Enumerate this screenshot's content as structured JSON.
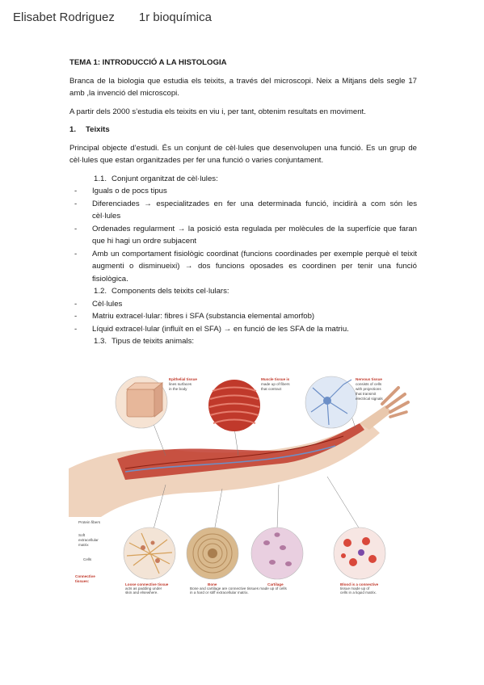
{
  "header": {
    "name": "Elisabet Rodriguez",
    "course": "1r bioquímica"
  },
  "doc": {
    "title": "TEMA 1: INTRODUCCIÓ A LA HISTOLOGIA",
    "p1": "Branca de la biologia que estudia els teixits, a través del microscopi. Neix a Mitjans dels segle 17 amb ,la invenció del microscopi.",
    "p2": "A partir dels 2000 s’estudia els teixits en viu i, per tant, obtenim resultats en moviment.",
    "s1_num": "1.",
    "s1_title": "Teixits",
    "p3": "Principal objecte d’estudi. És un conjunt de cèl·lules que desenvolupen una funció. Es un grup de cèl·lules que estan organitzades per fer una funció o varies conjuntament.",
    "sub11": {
      "num": "1.1.",
      "title": "Conjunt organitzat de cèl·lules:"
    },
    "b11": [
      "Iguals o de pocs tipus",
      "Diferenciades → especialitzades en fer una determinada funció, incidirà a com són les cèl·lules",
      "Ordenades regularment → la posició esta regulada per molècules de la superfície que faran que hi hagi un ordre subjacent",
      "Amb un comportament fisiològic coordinat (funcions coordinades per exemple perquè el teixit augmenti o disminueixi) → dos funcions oposades es coordinen per tenir una funció fisiològica."
    ],
    "sub12": {
      "num": "1.2.",
      "title": "Components dels teixits cel·lulars:"
    },
    "b12": [
      "Cèl·lules",
      "Matriu extracel·lular: fibres i SFA (substancia elemental amorfob)",
      "Líquid extracel·lular (influït en el SFA) → en funció de les SFA de la matriu."
    ],
    "sub13": {
      "num": "1.3.",
      "title": "Tipus de teixits animals:"
    },
    "dash": "-"
  },
  "figure": {
    "epithelial": [
      "Epithelial tissue",
      "lines surfaces",
      "in the body"
    ],
    "muscle": [
      "Muscle tissue is",
      "made up of fibers",
      "that contract"
    ],
    "nervous": [
      "Nervous tissue",
      "consists of cells",
      "with projections",
      "that transmit",
      "electrical signals"
    ],
    "protein_fibers": "Protein fibers",
    "soft_matrix": [
      "Soft",
      "extracellular",
      "matrix"
    ],
    "cells": "Cells",
    "connective": [
      "Connective",
      "tissues:"
    ],
    "loose": [
      "Loose connective tissue",
      "acts as padding under",
      "skin and elsewhere."
    ],
    "bone": "Bone",
    "cartilage": "Cartilage",
    "bone_cart_text": [
      "Bone and cartilage are connective tissues made up of cells",
      "in a hard or stiff extracellular matrix."
    ],
    "blood": [
      "Blood is a connective",
      "tissue made up of",
      "cells in a liquid matrix."
    ],
    "colors": {
      "muscle": "#c0392b",
      "skin": "#efd3bd",
      "epithelial": "#e7b79a",
      "bone": "#d9b98d",
      "blood_bg": "#f7e6e3",
      "cartilage": "#e9cfe0",
      "nerve": "#6c8fc7"
    }
  }
}
